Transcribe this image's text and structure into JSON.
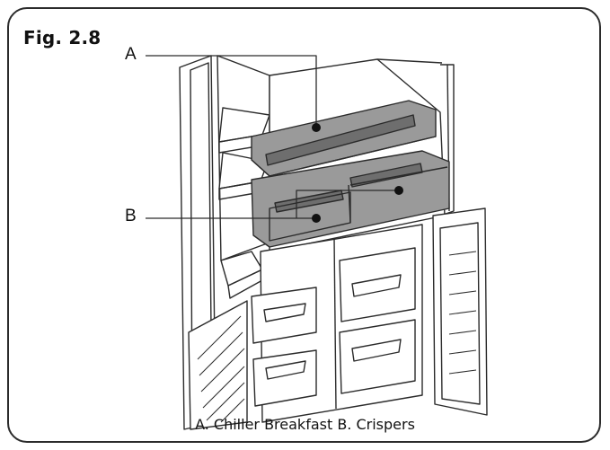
{
  "figure": {
    "title": "Fig. 2.8",
    "caption": "A. Chiller Breakfast B. Crispers",
    "callouts": [
      {
        "letter": "A"
      },
      {
        "letter": "B"
      }
    ]
  },
  "colors": {
    "outline": "#2b2b2b",
    "shelf_fill": "#9a9a9a",
    "shelf_dark": "#6e6e6e",
    "background": "#ffffff"
  }
}
